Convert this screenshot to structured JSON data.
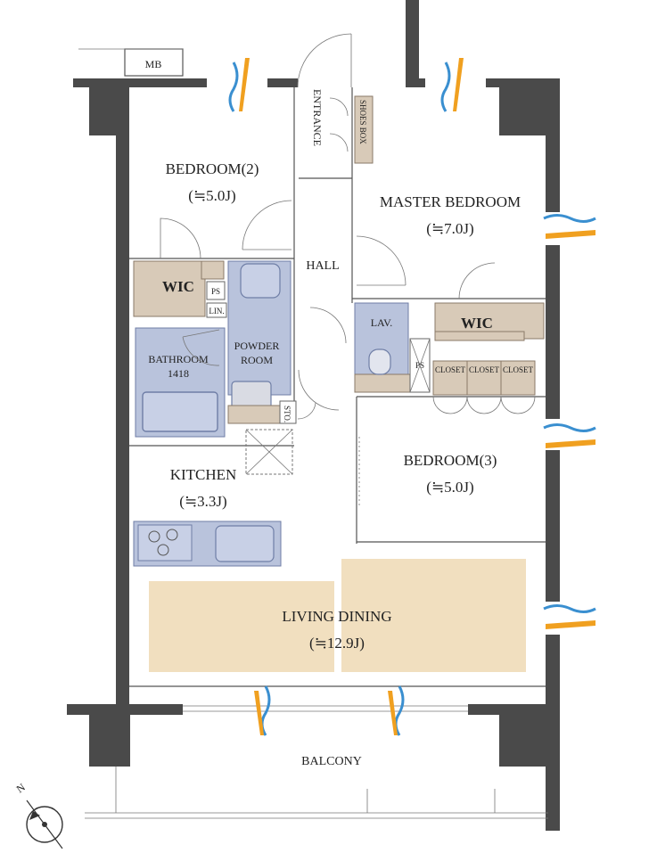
{
  "rooms": {
    "mb": "MB",
    "entrance": "ENTRANCE",
    "shoes_box": "SHOES BOX",
    "bedroom2": {
      "name": "BEDROOM(2)",
      "area": "(≒5.0J)"
    },
    "master_bedroom": {
      "name": "MASTER BEDROOM",
      "area": "(≒7.0J)"
    },
    "hall": "HALL",
    "wic_left": "WIC",
    "ps_left": "PS",
    "lin": "LIN.",
    "bathroom": {
      "name": "BATHROOM",
      "size": "1418"
    },
    "powder_room": {
      "line1": "POWDER",
      "line2": "ROOM"
    },
    "lav": "LAV.",
    "wic_right": "WIC",
    "ps_right": "PS",
    "closets": [
      "CLOSET",
      "CLOSET",
      "CLOSET"
    ],
    "sto": "STO.",
    "kitchen": {
      "name": "KITCHEN",
      "area": "(≒3.3J)"
    },
    "bedroom3": {
      "name": "BEDROOM(3)",
      "area": "(≒5.0J)"
    },
    "living_dining": {
      "name": "LIVING DINING",
      "area": "(≒12.9J)"
    },
    "balcony": "BALCONY"
  },
  "compass": {
    "label": "N"
  },
  "colors": {
    "wall": "#4a4a4a",
    "storage": "#d8cab8",
    "wet_area": "#b9c3dc",
    "living_floor": "#f1dfbf",
    "vent_blue": "#3a8fd0",
    "vent_orange": "#f0a020"
  }
}
